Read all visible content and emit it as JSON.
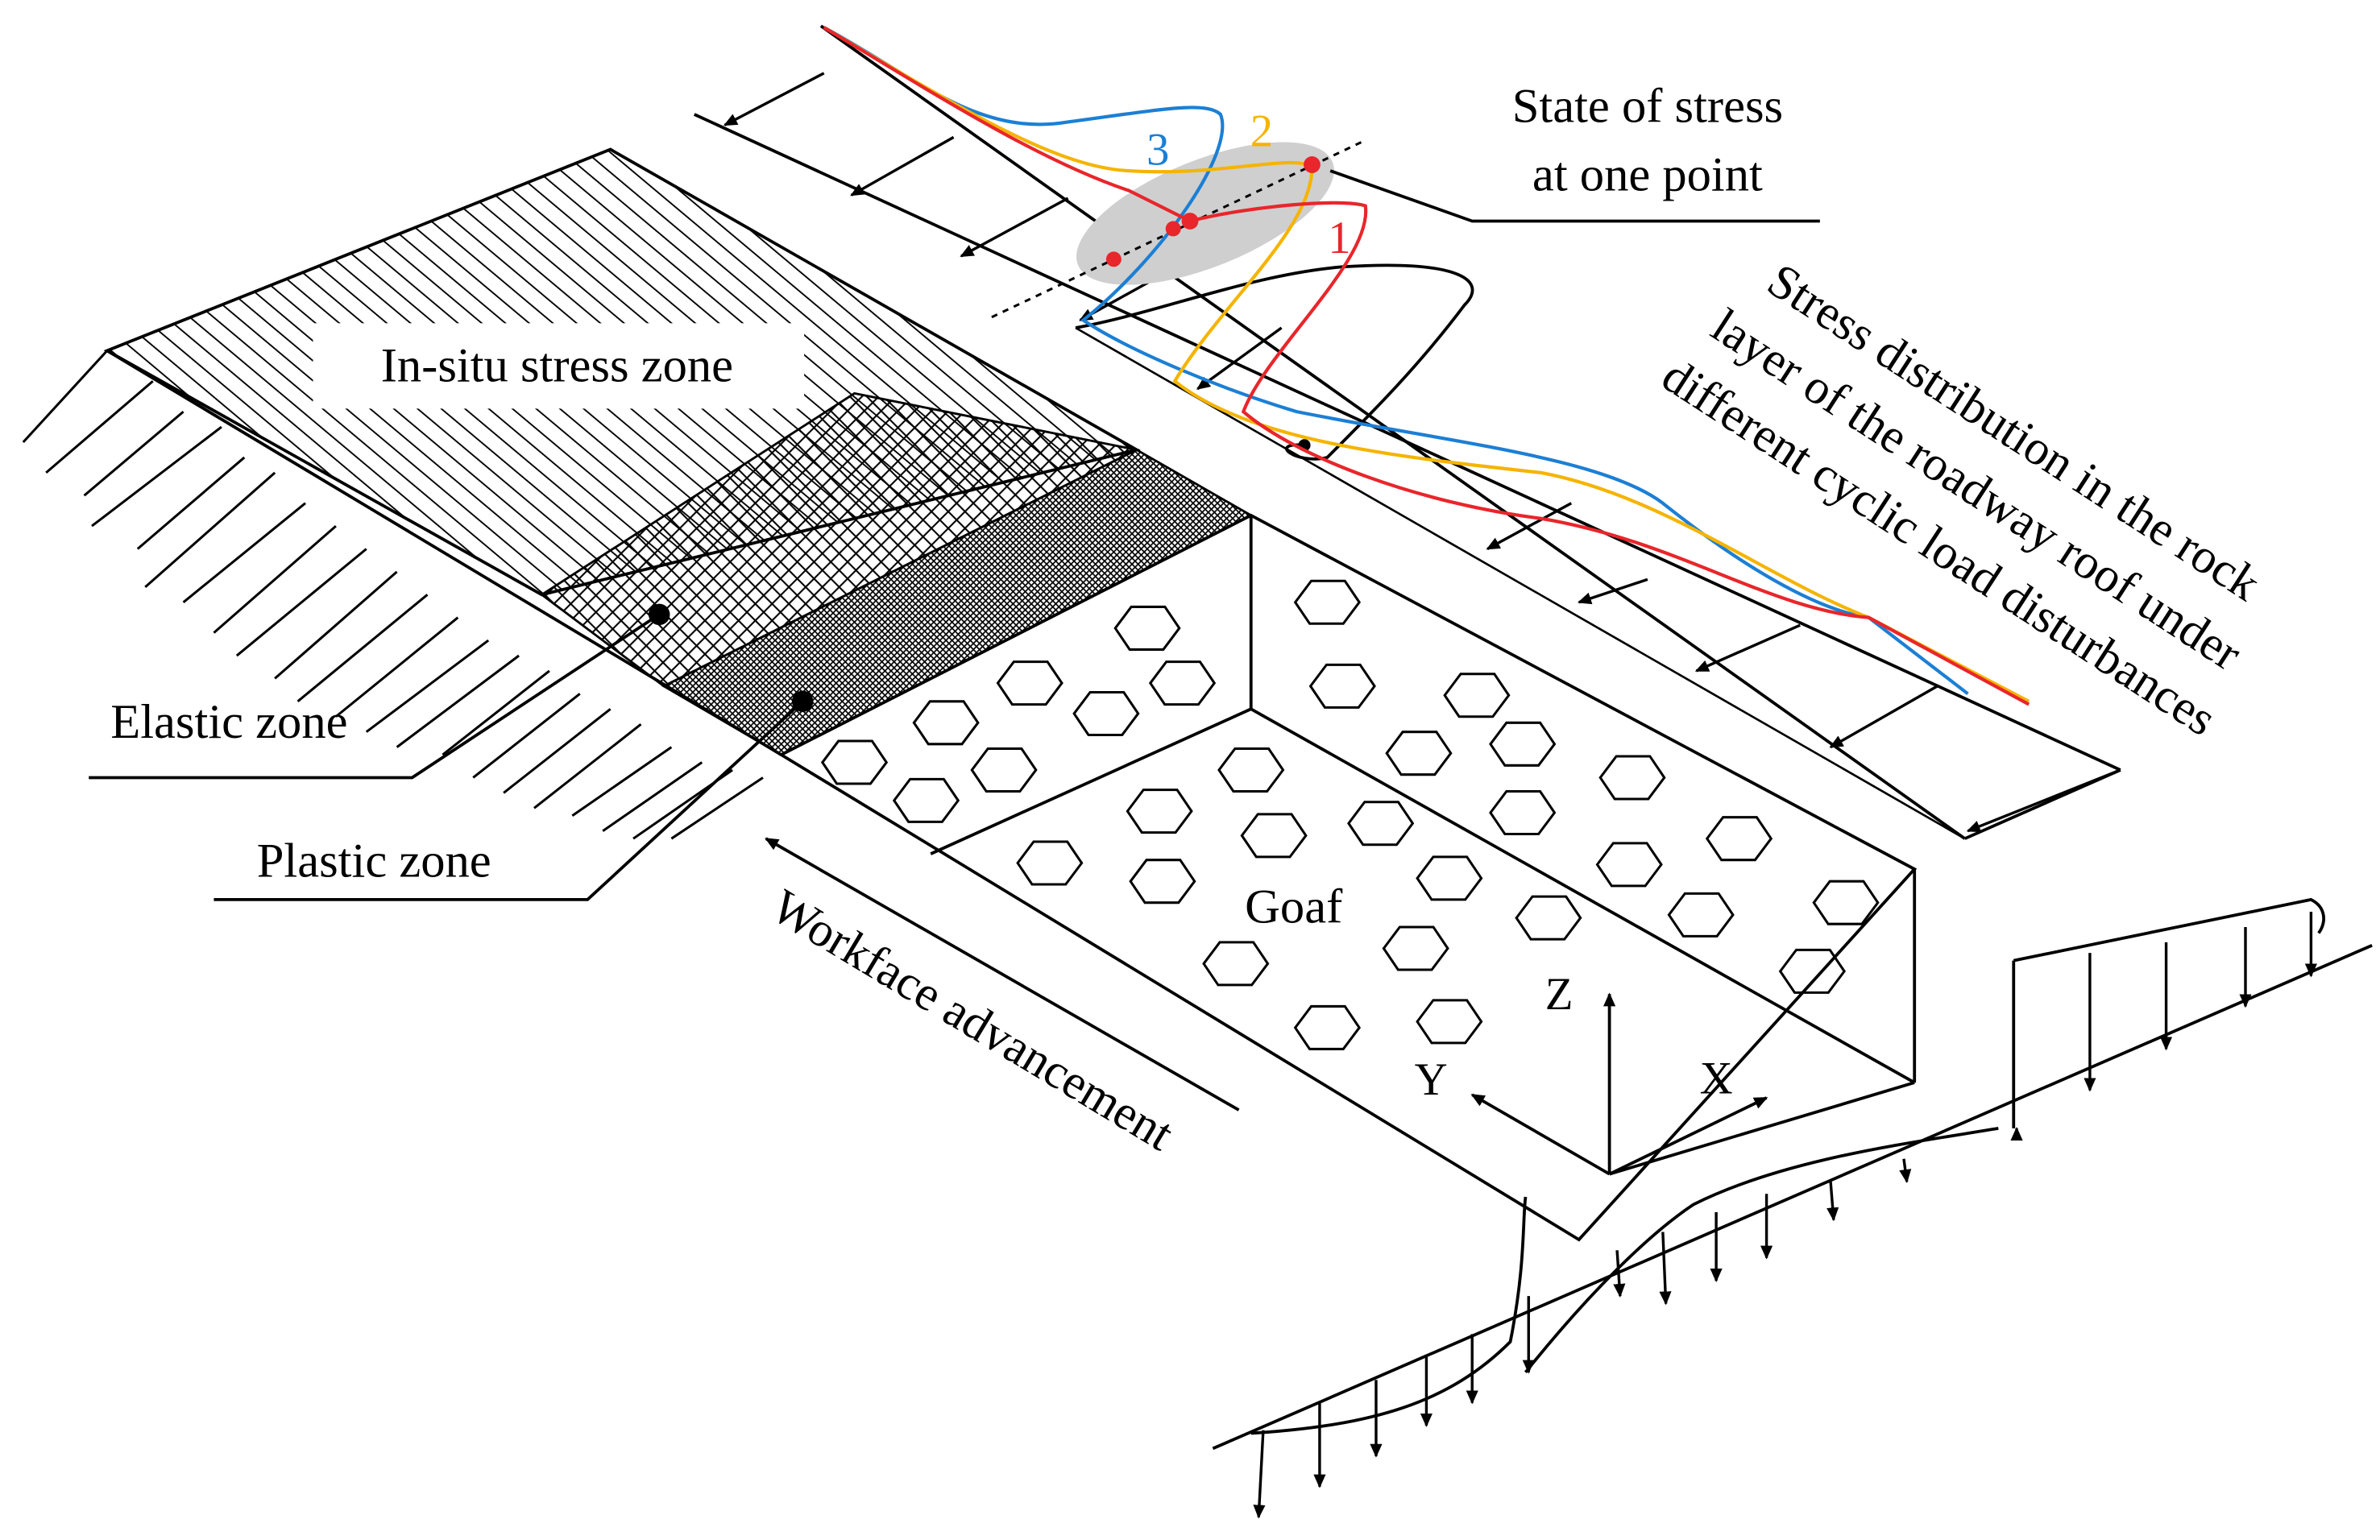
{
  "labels": {
    "in_situ": "In-situ stress zone",
    "elastic": "Elastic zone",
    "plastic": "Plastic zone",
    "goaf": "Goaf",
    "workface": "Workface advancement",
    "state_line1": "State of stress",
    "state_line2": "at one point",
    "dist_line1": "Stress distribution in the rock",
    "dist_line2": "layer of the roadway roof under",
    "dist_line3": "different cyclic load disturbances",
    "axis_z": "Z",
    "axis_y": "Y",
    "axis_x": "X",
    "curve_1": "1",
    "curve_2": "2",
    "curve_3": "3"
  },
  "colors": {
    "curve_1": "#e8262b",
    "curve_2": "#f5b400",
    "curve_3": "#1c7fd4",
    "line": "#000000",
    "highlight": "#c8c8c8"
  }
}
